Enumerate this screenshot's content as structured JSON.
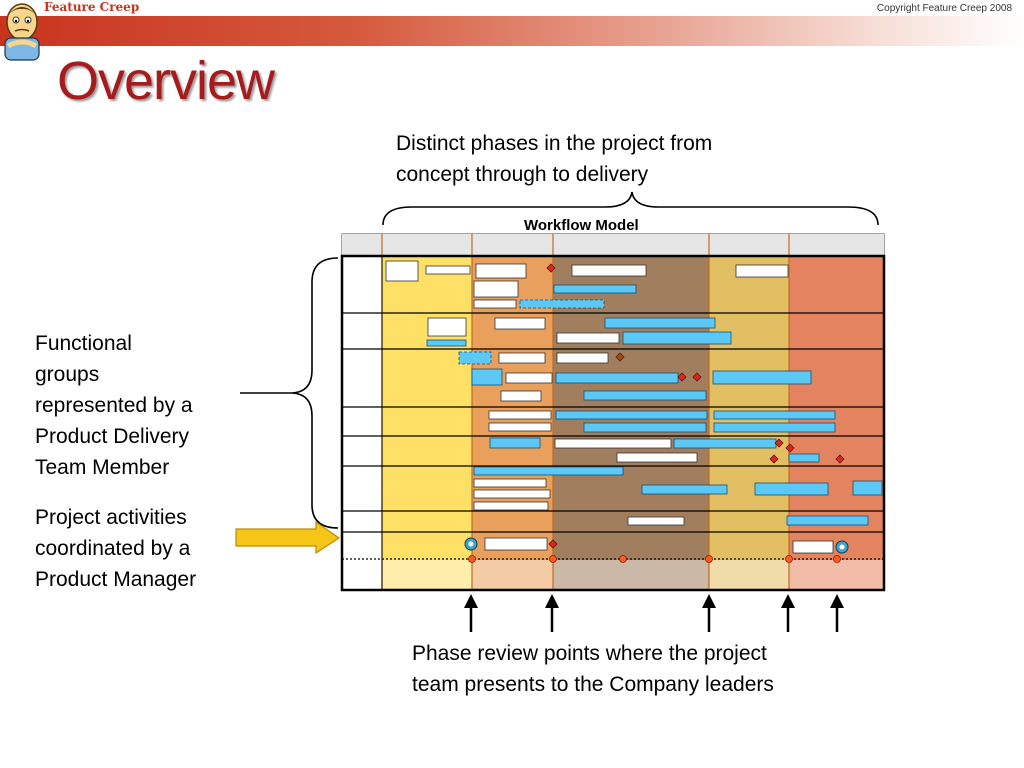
{
  "slide": {
    "brand": "Feature Creep",
    "copyright": "Copyright Feature Creep 2008",
    "title": "Overview",
    "callout_phases_line1": "Distinct phases in the project from",
    "callout_phases_line2": "concept through to delivery",
    "workflow_title": "Workflow Model",
    "callout_groups_lines": [
      "Functional",
      "groups",
      "represented by a",
      "Product Delivery",
      "Team Member"
    ],
    "callout_activities_lines": [
      "Project activities",
      "coordinated by a",
      "Product Manager"
    ],
    "callout_reviews_line1": "Phase review points where the project",
    "callout_reviews_line2": "team presents to the Company leaders"
  },
  "colors": {
    "accent_red": "#a61c1c",
    "phase_1": "#ffe066",
    "phase_2": "#e9a05c",
    "phase_3": "#a17e5e",
    "phase_4": "#e3bf64",
    "phase_5": "#e48360",
    "activity_blue": "#5bc8f5",
    "arrow_yellow": "#f5c518"
  }
}
